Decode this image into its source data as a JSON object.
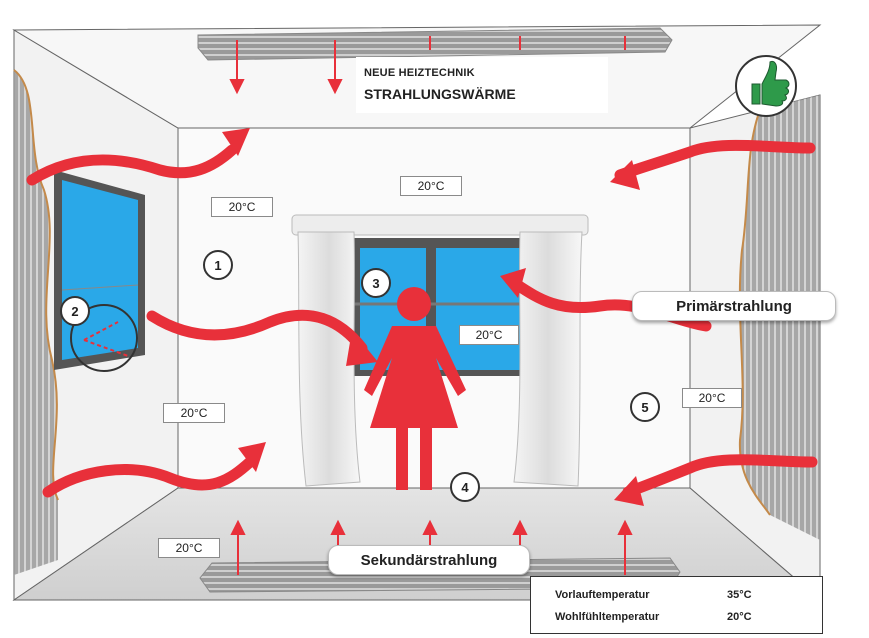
{
  "header": {
    "line1": "NEUE HEIZTECHNIK",
    "line2": "STRAHLUNGSWÄRME"
  },
  "badge": {
    "icon": "thumbs-up-icon",
    "color": "#2e9a4a"
  },
  "temperatures": {
    "ceiling": "20°C",
    "back_wall_left": "20°C",
    "window": "20°C",
    "left_wall_lower": "20°C",
    "right_wall": "20°C",
    "floor_left": "20°C"
  },
  "markers": [
    "1",
    "2",
    "3",
    "4",
    "5"
  ],
  "labels": {
    "primary": "Primärstrahlung",
    "secondary": "Sekundärstrahlung"
  },
  "info": {
    "rows": [
      {
        "label": "Vorlauftemperatur",
        "value": "35°C"
      },
      {
        "label": "Wohlfühltemperatur",
        "value": "20°C"
      }
    ]
  },
  "colors": {
    "arrow": "#e8303a",
    "glass": "#2aa8e8",
    "panel": "#8c8c8c"
  }
}
